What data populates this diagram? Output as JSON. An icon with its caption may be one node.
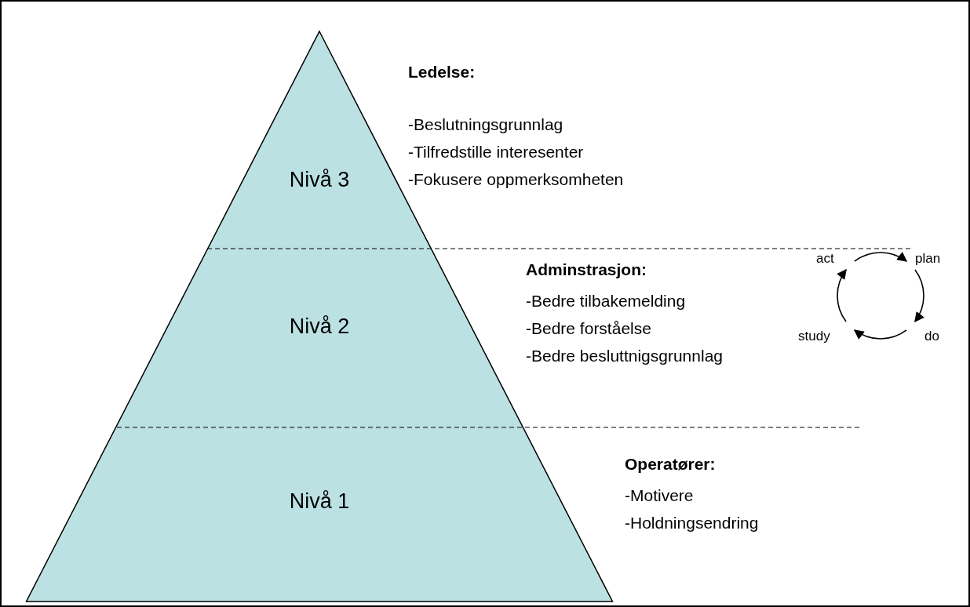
{
  "diagram": {
    "nodes": [
      {
        "text": [
          "Nivå 3"
        ]
      },
      {
        "text": [
          "Nivå 2"
        ]
      },
      {
        "text": [
          "Nivå 1"
        ]
      },
      {
        "text": [
          "act"
        ]
      },
      {
        "text": [
          "plan"
        ]
      },
      {
        "text": [
          "do"
        ]
      },
      {
        "text": [
          "study"
        ]
      }
    ],
    "edges": [
      {
        "from": 3,
        "to": 4,
        "arrow": "to"
      },
      {
        "from": 4,
        "to": 5,
        "arrow": "to"
      },
      {
        "from": 5,
        "to": 6,
        "arrow": "to"
      },
      {
        "from": 6,
        "to": 3,
        "arrow": "to"
      }
    ],
    "labels": [
      "Ledelse:",
      "-Beslutningsgrunnlag",
      "-Tilfredstille interesenter",
      "-Fokusere oppmerksomheten",
      "Adminstrasjon:",
      "-Bedre tilbakemelding",
      "-Bedre forståelse",
      "-Bedre besluttnigsgrunnlag",
      "Operatører:",
      "-Motivere",
      "-Holdningsendring"
    ]
  }
}
